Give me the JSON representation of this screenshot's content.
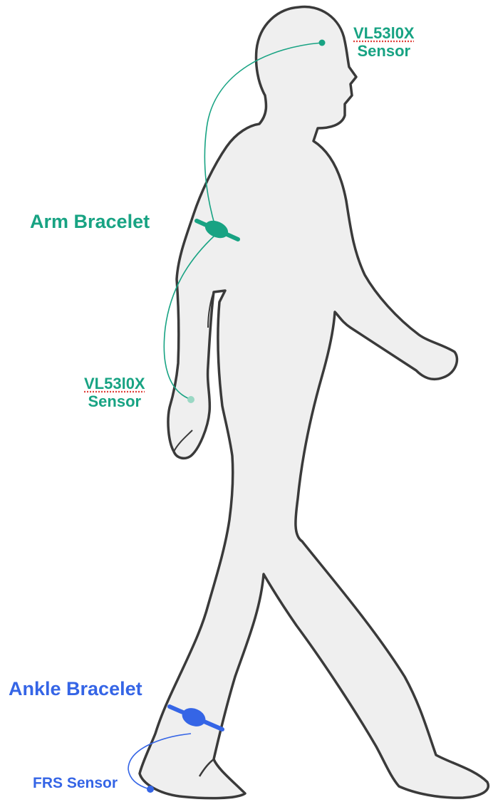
{
  "colors": {
    "teal": "#18a383",
    "teal_light": "#9ad8c4",
    "blue": "#3565e6",
    "body_fill": "#efefef",
    "body_outline": "#3a3a3a"
  },
  "labels": {
    "head_sensor": {
      "line1": "VL53l0X",
      "line2": "Sensor"
    },
    "arm_bracelet": "Arm Bracelet",
    "wrist_sensor": {
      "line1": "VL53l0X",
      "line2": "Sensor"
    },
    "ankle_bracelet": "Ankle Bracelet",
    "frs_sensor": "FRS Sensor"
  }
}
